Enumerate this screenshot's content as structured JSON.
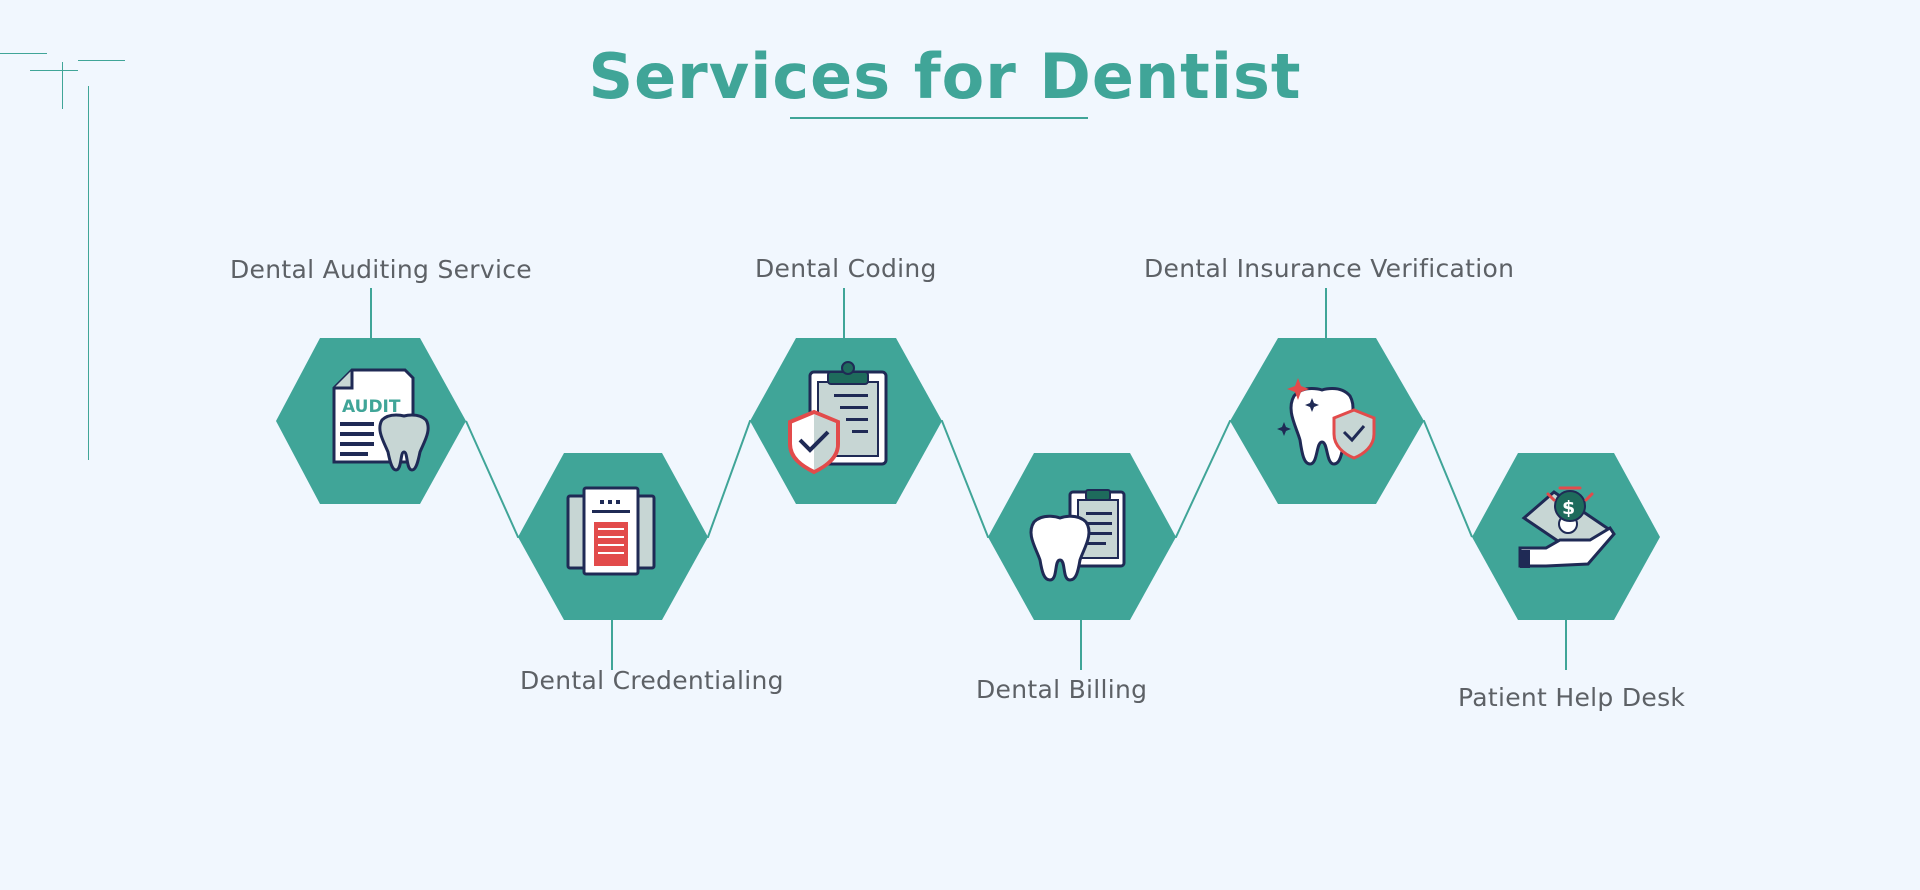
{
  "title": "Services for Dentist",
  "colors": {
    "background": "#f1f7fe",
    "accent": "#40a598",
    "label_text": "#5d6166",
    "icon_navy": "#1f2a55",
    "icon_red": "#e24b4b",
    "icon_light": "#c7d6d4"
  },
  "services": [
    {
      "label": "Dental Auditing Service",
      "icon": "audit-document-tooth-icon",
      "icon_text": "AUDIT",
      "label_position": "top"
    },
    {
      "label": "Dental Credentialing",
      "icon": "credential-document-icon",
      "label_position": "bottom"
    },
    {
      "label": "Dental Coding",
      "icon": "clipboard-shield-icon",
      "label_position": "top"
    },
    {
      "label": "Dental Billing",
      "icon": "tooth-clipboard-icon",
      "label_position": "bottom"
    },
    {
      "label": "Dental Insurance Verification",
      "icon": "tooth-shield-icon",
      "label_position": "top"
    },
    {
      "label": "Patient Help Desk",
      "icon": "hand-money-icon",
      "icon_text": "$",
      "label_position": "bottom"
    }
  ]
}
